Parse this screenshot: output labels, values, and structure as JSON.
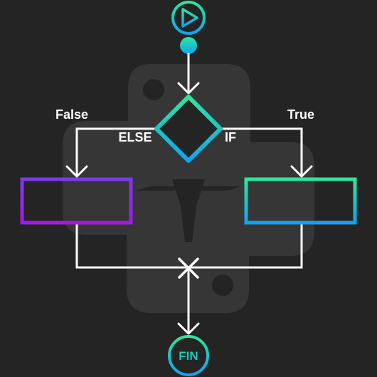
{
  "labels": {
    "false_branch": "False",
    "true_branch": "True",
    "else_label": "ELSE",
    "if_label": "IF",
    "end_label": "FIN"
  },
  "icons": {
    "start": "play-icon",
    "watermark": "python-logo-watermark"
  },
  "colors": {
    "background": "#242424",
    "connector": "#ffffff",
    "watermark": "#363636",
    "accent_green": "#2ee59d",
    "accent_blue": "#0ea5ef",
    "accent_purple": "#a11ae8",
    "accent_violet": "#7c3aed"
  }
}
